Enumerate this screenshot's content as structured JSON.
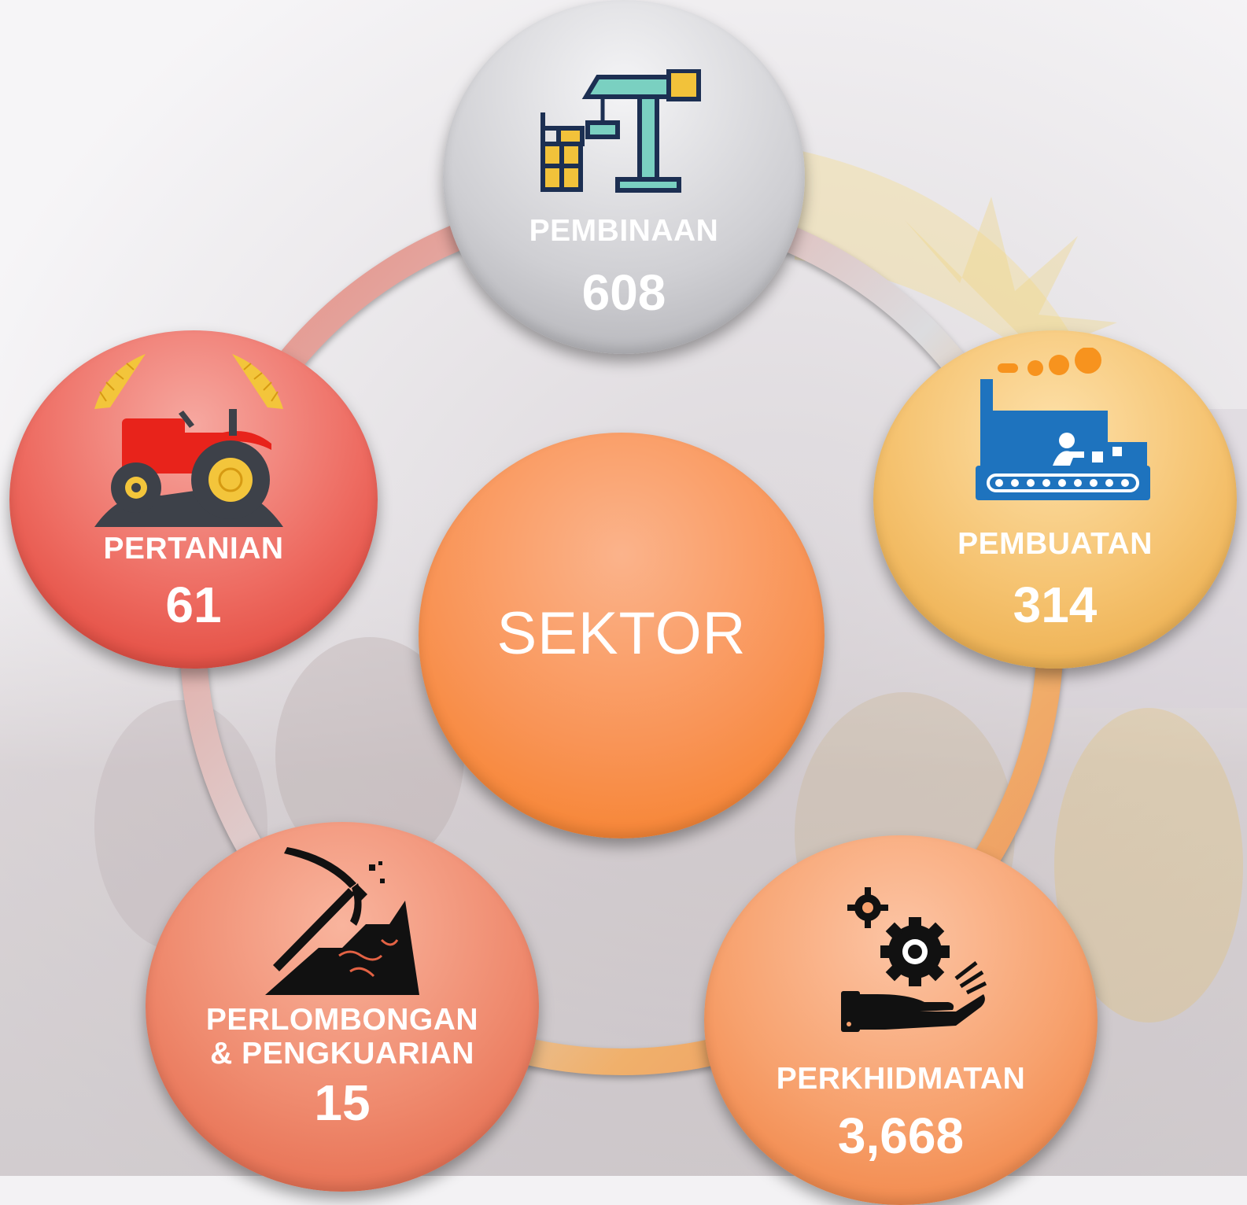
{
  "center": {
    "label": "SEKTOR"
  },
  "sectors": [
    {
      "id": "pembinaan",
      "label": "PEMBINAAN",
      "value": "608",
      "icon": "construction-crane-icon"
    },
    {
      "id": "pembuatan",
      "label": "PEMBUATAN",
      "value": "314",
      "icon": "factory-conveyor-icon"
    },
    {
      "id": "perkhidmatan",
      "label": "PERKHIDMATAN",
      "value": "3,668",
      "icon": "gears-hand-service-icon"
    },
    {
      "id": "perlombongan",
      "label_line1": "PERLOMBONGAN",
      "label_line2": "& PENGKUARIAN",
      "value": "15",
      "icon": "pickaxe-mining-icon"
    },
    {
      "id": "pertanian",
      "label": "PERTANIAN",
      "value": "61",
      "icon": "tractor-wheat-icon"
    }
  ],
  "colors": {
    "pembinaan": "#c9c9cd",
    "pembuatan": "#f2b65c",
    "perkhidmatan": "#f39a63",
    "perlombongan": "#e8705a",
    "pertanian": "#e8433e",
    "center": "#f88a3a"
  }
}
